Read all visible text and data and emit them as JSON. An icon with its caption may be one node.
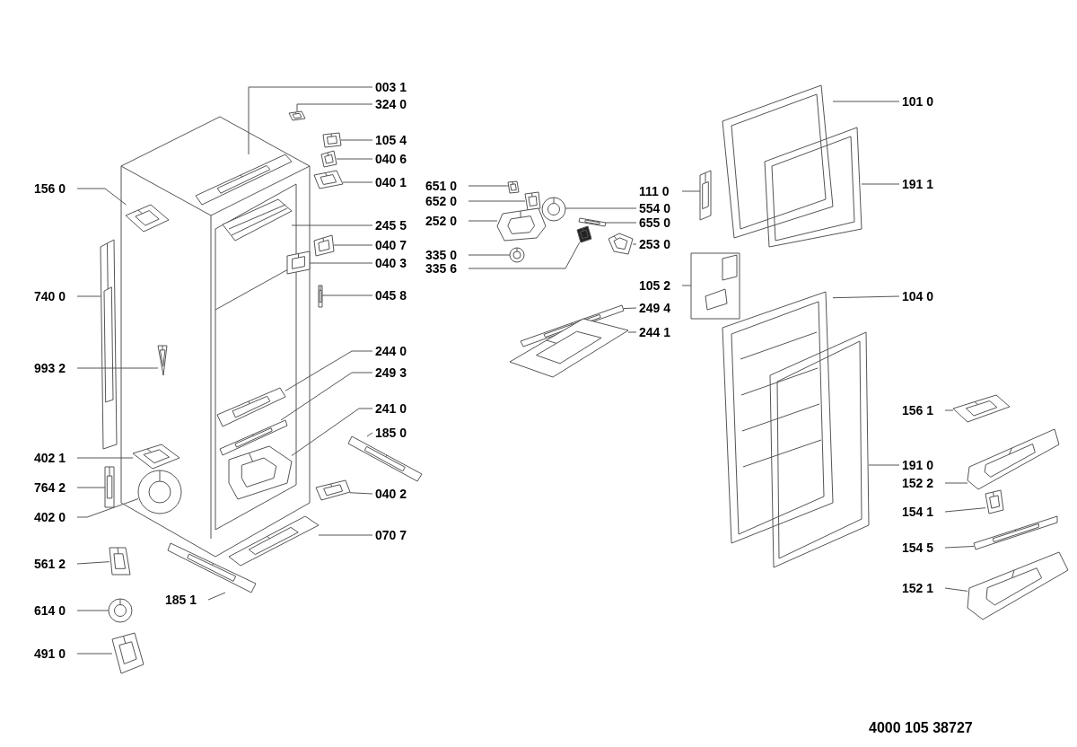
{
  "diagram": {
    "nodes": [
      {
        "text": [
          "003 1"
        ]
      },
      {
        "text": [
          "324 0"
        ]
      },
      {
        "text": [
          "105 4"
        ]
      },
      {
        "text": [
          "040 6"
        ]
      },
      {
        "text": [
          "040 1"
        ]
      },
      {
        "text": [
          "245 5"
        ]
      },
      {
        "text": [
          "040 7"
        ]
      },
      {
        "text": [
          "040 3"
        ]
      },
      {
        "text": [
          "045 8"
        ]
      },
      {
        "text": [
          "244 0"
        ]
      },
      {
        "text": [
          "249 3"
        ]
      },
      {
        "text": [
          "241 0"
        ]
      },
      {
        "text": [
          "185 0"
        ]
      },
      {
        "text": [
          "040 2"
        ]
      },
      {
        "text": [
          "070 7"
        ]
      },
      {
        "text": [
          "156 0"
        ]
      },
      {
        "text": [
          "740 0"
        ]
      },
      {
        "text": [
          "993 2"
        ]
      },
      {
        "text": [
          "402 1"
        ]
      },
      {
        "text": [
          "764 2"
        ]
      },
      {
        "text": [
          "402 0"
        ]
      },
      {
        "text": [
          "561 2"
        ]
      },
      {
        "text": [
          "614 0"
        ]
      },
      {
        "text": [
          "491 0"
        ]
      },
      {
        "text": [
          "185 1"
        ]
      },
      {
        "text": [
          "651 0"
        ]
      },
      {
        "text": [
          "652 0"
        ]
      },
      {
        "text": [
          "252 0"
        ]
      },
      {
        "text": [
          "335 0"
        ]
      },
      {
        "text": [
          "335 6"
        ]
      },
      {
        "text": [
          "111 0"
        ]
      },
      {
        "text": [
          "554 0"
        ]
      },
      {
        "text": [
          "655 0"
        ]
      },
      {
        "text": [
          "253 0"
        ]
      },
      {
        "text": [
          "105 2"
        ]
      },
      {
        "text": [
          "249 4"
        ]
      },
      {
        "text": [
          "244 1"
        ]
      },
      {
        "text": [
          "101 0"
        ]
      },
      {
        "text": [
          "191 1"
        ]
      },
      {
        "text": [
          "104 0"
        ]
      },
      {
        "text": [
          "156 1"
        ]
      },
      {
        "text": [
          "191 0"
        ]
      },
      {
        "text": [
          "152 2"
        ]
      },
      {
        "text": [
          "154 1"
        ]
      },
      {
        "text": [
          "154 5"
        ]
      },
      {
        "text": [
          "152 1"
        ]
      },
      {
        "text": [],
        "shape": "picture"
      },
      {
        "text": [],
        "shape": "picture"
      },
      {
        "text": [],
        "shape": "picture"
      },
      {
        "text": [],
        "shape": "picture"
      },
      {
        "text": [],
        "shape": "picture"
      },
      {
        "text": [],
        "shape": "picture"
      },
      {
        "text": [],
        "shape": "picture"
      },
      {
        "text": [],
        "shape": "picture"
      },
      {
        "text": [],
        "shape": "picture"
      },
      {
        "text": [],
        "shape": "picture"
      },
      {
        "text": [],
        "shape": "picture"
      },
      {
        "text": [],
        "shape": "picture"
      },
      {
        "text": [],
        "shape": "picture"
      },
      {
        "text": [],
        "shape": "picture"
      },
      {
        "text": [],
        "shape": "picture"
      },
      {
        "text": [],
        "shape": "picture"
      },
      {
        "text": [],
        "shape": "picture"
      },
      {
        "text": [],
        "shape": "picture"
      },
      {
        "text": [],
        "shape": "picture"
      },
      {
        "text": [],
        "shape": "picture"
      },
      {
        "text": [],
        "shape": "picture"
      },
      {
        "text": [],
        "shape": "picture"
      },
      {
        "text": [],
        "shape": "picture"
      },
      {
        "text": [],
        "shape": "picture"
      },
      {
        "text": [],
        "shape": "picture"
      },
      {
        "text": [],
        "shape": "picture"
      },
      {
        "text": [],
        "shape": "picture"
      },
      {
        "text": [],
        "shape": "picture"
      },
      {
        "text": [],
        "shape": "picture"
      },
      {
        "text": [],
        "shape": "picture"
      },
      {
        "text": [],
        "shape": "picture"
      },
      {
        "text": [],
        "shape": "picture"
      },
      {
        "text": [],
        "shape": "picture"
      },
      {
        "text": [],
        "shape": "picture"
      },
      {
        "text": [],
        "shape": "picture"
      },
      {
        "text": [],
        "shape": "picture"
      },
      {
        "text": [],
        "shape": "picture"
      },
      {
        "text": [],
        "shape": "picture"
      },
      {
        "text": [],
        "shape": "picture"
      },
      {
        "text": [],
        "shape": "picture"
      },
      {
        "text": [],
        "shape": "picture"
      },
      {
        "text": [],
        "shape": "picture"
      },
      {
        "text": [],
        "shape": "picture"
      },
      {
        "text": [],
        "shape": "picture"
      },
      {
        "text": [],
        "shape": "picture"
      },
      {
        "text": [],
        "shape": "picture"
      }
    ],
    "edges": [
      {
        "from": 0,
        "to": 46,
        "arrow": "none"
      },
      {
        "from": 1,
        "to": 47,
        "arrow": "none"
      },
      {
        "from": 2,
        "to": 48,
        "arrow": "none"
      },
      {
        "from": 3,
        "to": 49,
        "arrow": "none"
      },
      {
        "from": 4,
        "to": 50,
        "arrow": "none"
      },
      {
        "from": 5,
        "to": 51,
        "arrow": "none"
      },
      {
        "from": 6,
        "to": 52,
        "arrow": "none"
      },
      {
        "from": 7,
        "to": 53,
        "arrow": "none"
      },
      {
        "from": 8,
        "to": 54,
        "arrow": "none"
      },
      {
        "from": 9,
        "to": 55,
        "arrow": "none"
      },
      {
        "from": 10,
        "to": 56,
        "arrow": "none"
      },
      {
        "from": 11,
        "to": 57,
        "arrow": "none"
      },
      {
        "from": 12,
        "to": 58,
        "arrow": "none"
      },
      {
        "from": 13,
        "to": 59,
        "arrow": "none"
      },
      {
        "from": 14,
        "to": 60,
        "arrow": "none"
      },
      {
        "from": 15,
        "to": 61,
        "arrow": "none"
      },
      {
        "from": 16,
        "to": 62,
        "arrow": "none"
      },
      {
        "from": 17,
        "to": 63,
        "arrow": "none"
      },
      {
        "from": 18,
        "to": 64,
        "arrow": "none"
      },
      {
        "from": 19,
        "to": 65,
        "arrow": "none"
      },
      {
        "from": 20,
        "to": 66,
        "arrow": "none"
      },
      {
        "from": 21,
        "to": 67,
        "arrow": "none"
      },
      {
        "from": 22,
        "to": 68,
        "arrow": "none"
      },
      {
        "from": 23,
        "to": 69,
        "arrow": "none"
      },
      {
        "from": 24,
        "to": 70,
        "arrow": "none"
      },
      {
        "from": 25,
        "to": 71,
        "arrow": "none"
      },
      {
        "from": 26,
        "to": 72,
        "arrow": "none"
      },
      {
        "from": 27,
        "to": 73,
        "arrow": "none"
      },
      {
        "from": 28,
        "to": 74,
        "arrow": "none"
      },
      {
        "from": 29,
        "to": 75,
        "arrow": "none"
      },
      {
        "from": 30,
        "to": 76,
        "arrow": "none"
      },
      {
        "from": 31,
        "to": 77,
        "arrow": "none"
      },
      {
        "from": 32,
        "to": 78,
        "arrow": "none"
      },
      {
        "from": 33,
        "to": 79,
        "arrow": "none"
      },
      {
        "from": 34,
        "to": 80,
        "arrow": "none"
      },
      {
        "from": 35,
        "to": 81,
        "arrow": "none"
      },
      {
        "from": 36,
        "to": 82,
        "arrow": "none"
      },
      {
        "from": 37,
        "to": 83,
        "arrow": "none"
      },
      {
        "from": 38,
        "to": 84,
        "arrow": "none"
      },
      {
        "from": 39,
        "to": 85,
        "arrow": "none"
      },
      {
        "from": 40,
        "to": 86,
        "arrow": "none"
      },
      {
        "from": 41,
        "to": 87,
        "arrow": "none"
      },
      {
        "from": 42,
        "to": 88,
        "arrow": "none"
      },
      {
        "from": 43,
        "to": 89,
        "arrow": "none"
      },
      {
        "from": 44,
        "to": 90,
        "arrow": "none"
      },
      {
        "from": 45,
        "to": 91,
        "arrow": "none"
      }
    ],
    "labels": [
      "4000 105 38727"
    ]
  }
}
